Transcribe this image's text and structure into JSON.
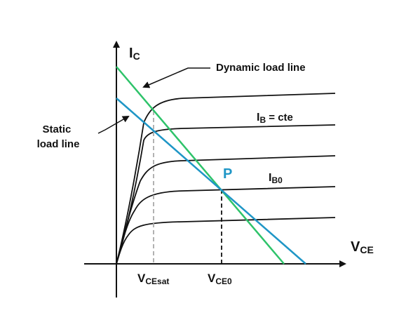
{
  "diagram": {
    "axis_y_label_main": "I",
    "axis_y_label_sub": "C",
    "axis_x_label_main": "V",
    "axis_x_label_sub": "CE",
    "dynamic_label": "Dynamic load line",
    "static_label_line1": "Static",
    "static_label_line2": "load line",
    "ib_cte_main": "I",
    "ib_cte_sub": "B",
    "ib_cte_rest": " = cte",
    "ib0_main": "I",
    "ib0_sub": "B0",
    "q_point_label": "P",
    "vcesat_main": "V",
    "vcesat_sub": "CEsat",
    "vce0_main": "V",
    "vce0_sub": "CE0",
    "colors": {
      "axes": "#111111",
      "curves": "#111111",
      "static_line": "#1f96c6",
      "dynamic_line": "#2ec36a",
      "q_point_label": "#1f96c6",
      "dashed_gray": "#aaaaaa",
      "dashed_dark": "#111111"
    }
  }
}
